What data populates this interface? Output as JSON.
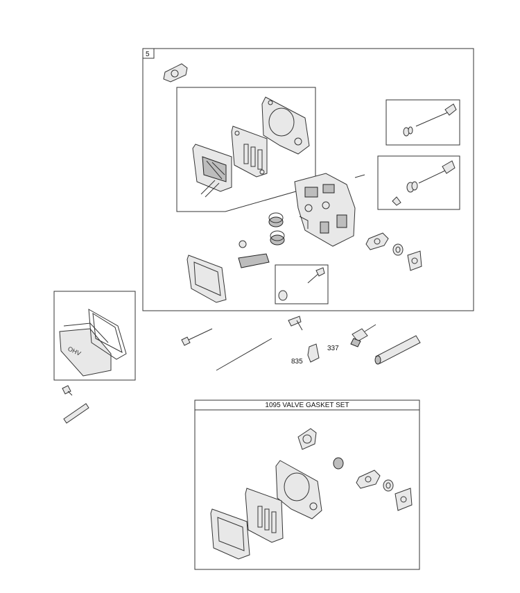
{
  "main_kit": {
    "number": "5"
  },
  "valve_gasket_set": {
    "title": "1095 VALVE GASKET SET"
  },
  "callouts": [
    {
      "id": "337",
      "text": "337"
    },
    {
      "id": "835",
      "text": "835"
    }
  ]
}
